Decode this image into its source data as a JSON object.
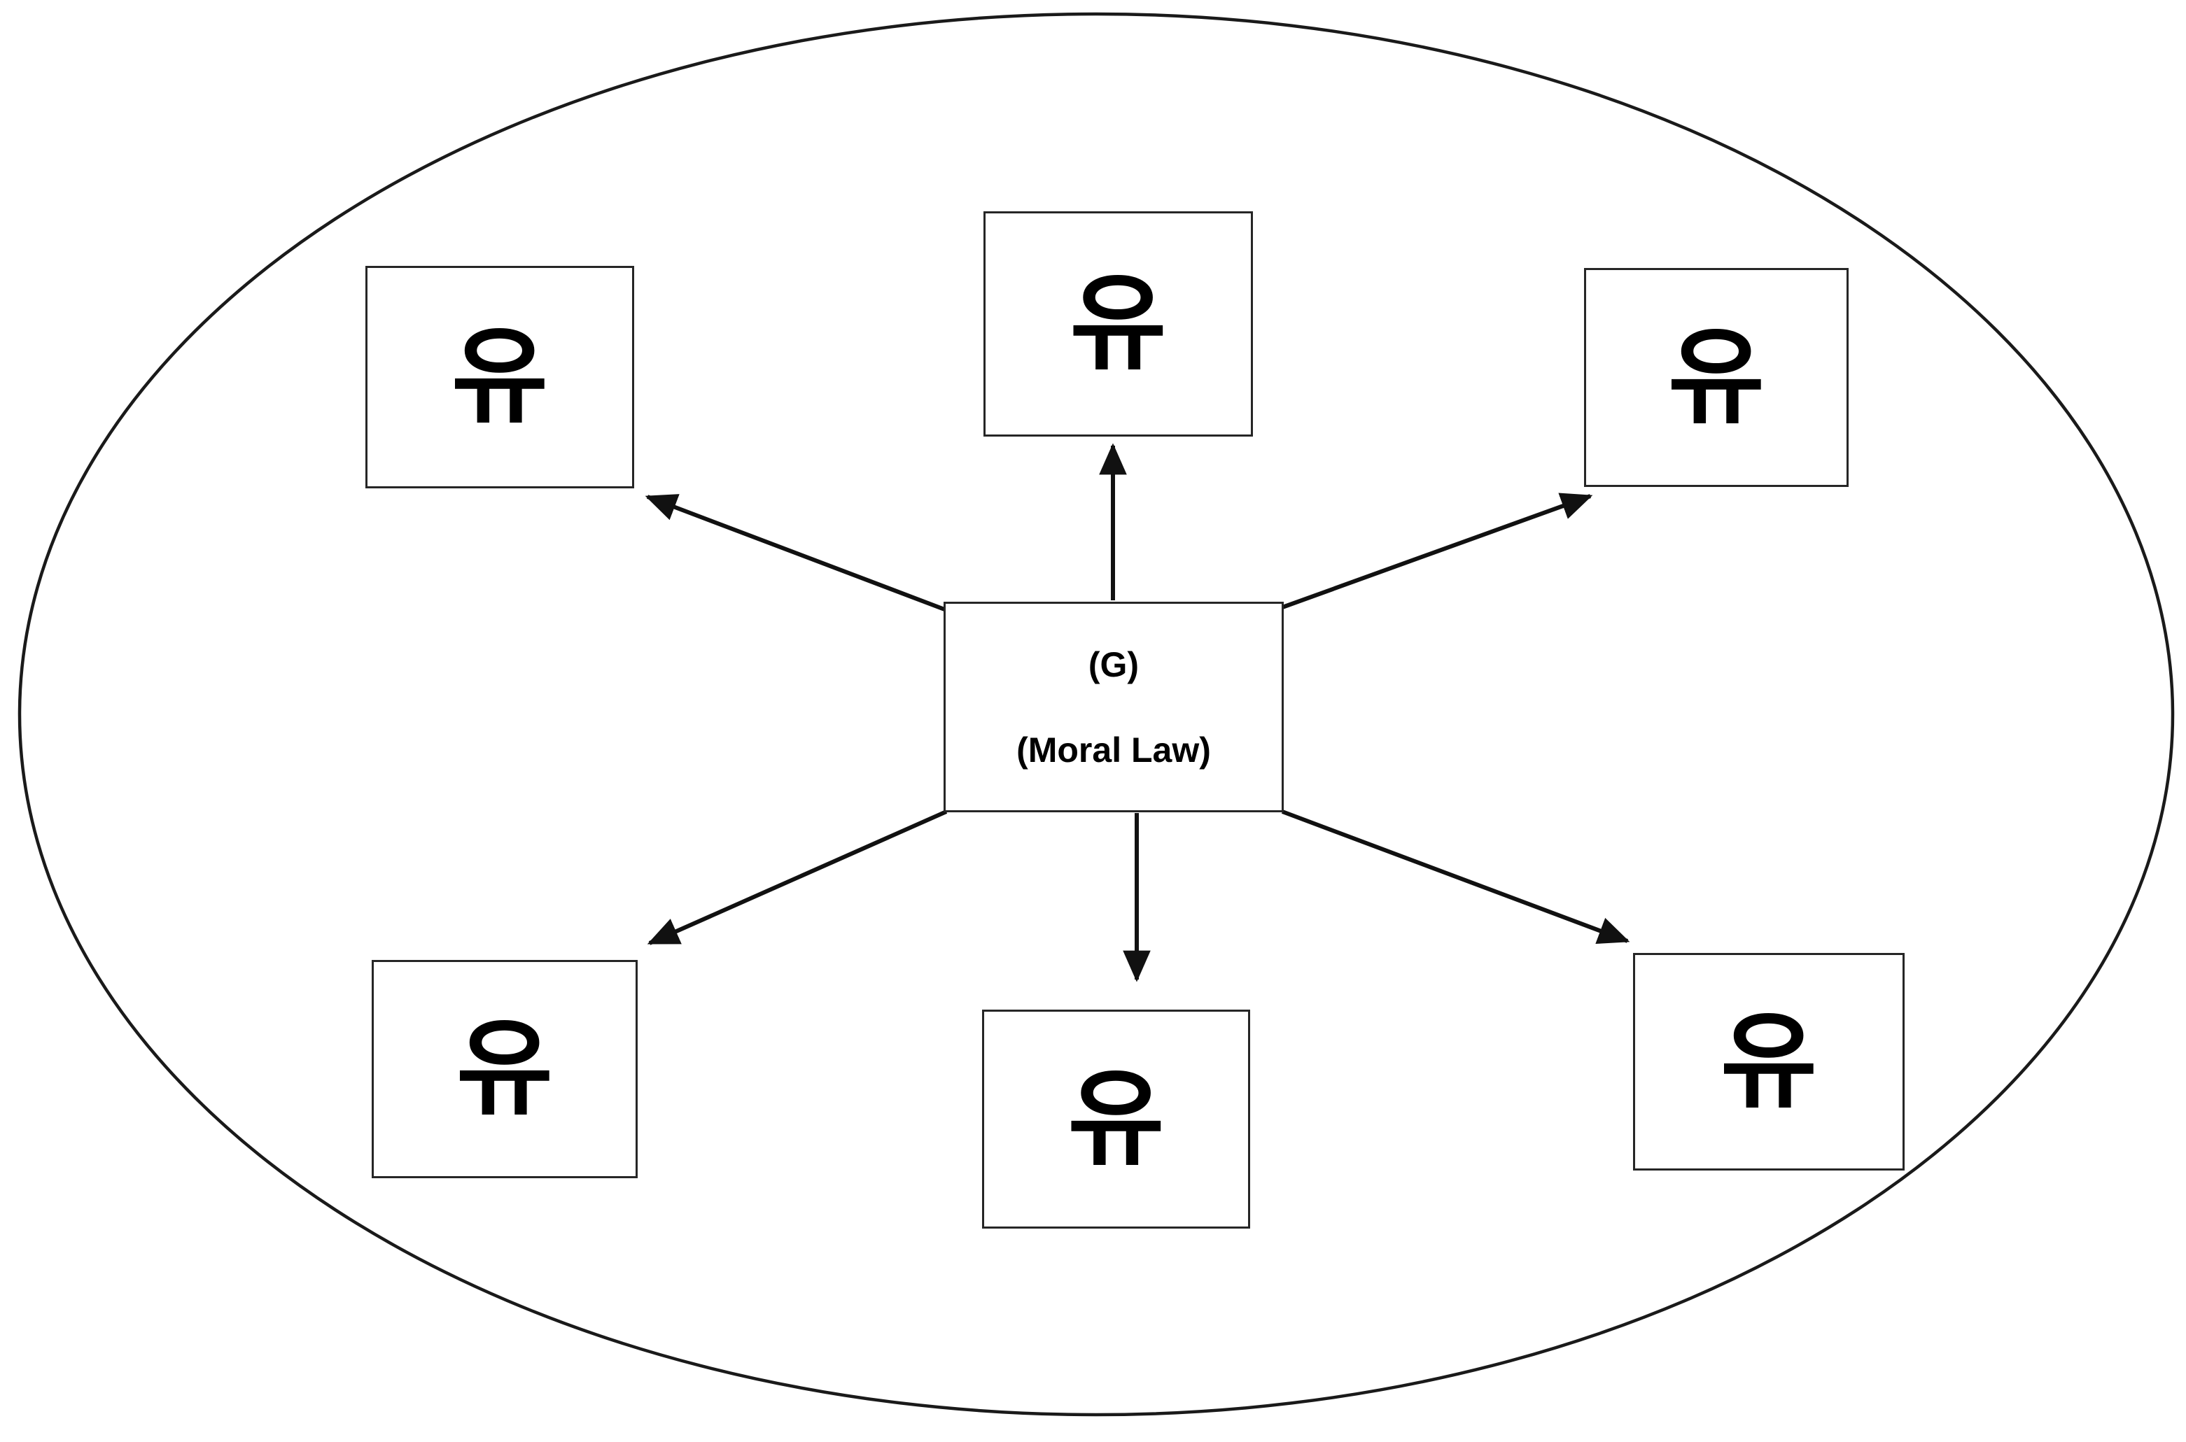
{
  "diagram": {
    "type": "radial-concept-diagram",
    "container": {
      "shape": "ellipse",
      "stroke_color": "#1a1a1a",
      "fill_color": "#ffffff",
      "name": "outer-ellipse"
    },
    "center_node": {
      "name": "center-node",
      "line_one": "(G)",
      "line_two": "(Moral Law)",
      "bold": true,
      "border_color": "#262626",
      "fill_color": "#ffffff"
    },
    "peripheral_nodes": [
      {
        "id": "top",
        "label": "유",
        "position": "top-center"
      },
      {
        "id": "upper-left",
        "label": "유",
        "position": "upper-left"
      },
      {
        "id": "upper-right",
        "label": "유",
        "position": "upper-right"
      },
      {
        "id": "lower-left",
        "label": "유",
        "position": "lower-left"
      },
      {
        "id": "bottom",
        "label": "유",
        "position": "bottom-center"
      },
      {
        "id": "lower-right",
        "label": "유",
        "position": "lower-right"
      }
    ],
    "connectors": [
      {
        "id": "to-top",
        "from": "center-node",
        "to": "top",
        "arrowhead": "filled-triangle",
        "direction": "up"
      },
      {
        "id": "to-upper-left",
        "from": "center-node",
        "to": "upper-left",
        "arrowhead": "filled-triangle",
        "direction": "up-left"
      },
      {
        "id": "to-upper-right",
        "from": "center-node",
        "to": "upper-right",
        "arrowhead": "filled-triangle",
        "direction": "up-right"
      },
      {
        "id": "to-lower-left",
        "from": "center-node",
        "to": "lower-left",
        "arrowhead": "filled-triangle",
        "direction": "down-left"
      },
      {
        "id": "to-bottom",
        "from": "center-node",
        "to": "bottom",
        "arrowhead": "filled-triangle",
        "direction": "down"
      },
      {
        "id": "to-lower-right",
        "from": "center-node",
        "to": "lower-right",
        "arrowhead": "filled-triangle",
        "direction": "down-right"
      }
    ]
  }
}
